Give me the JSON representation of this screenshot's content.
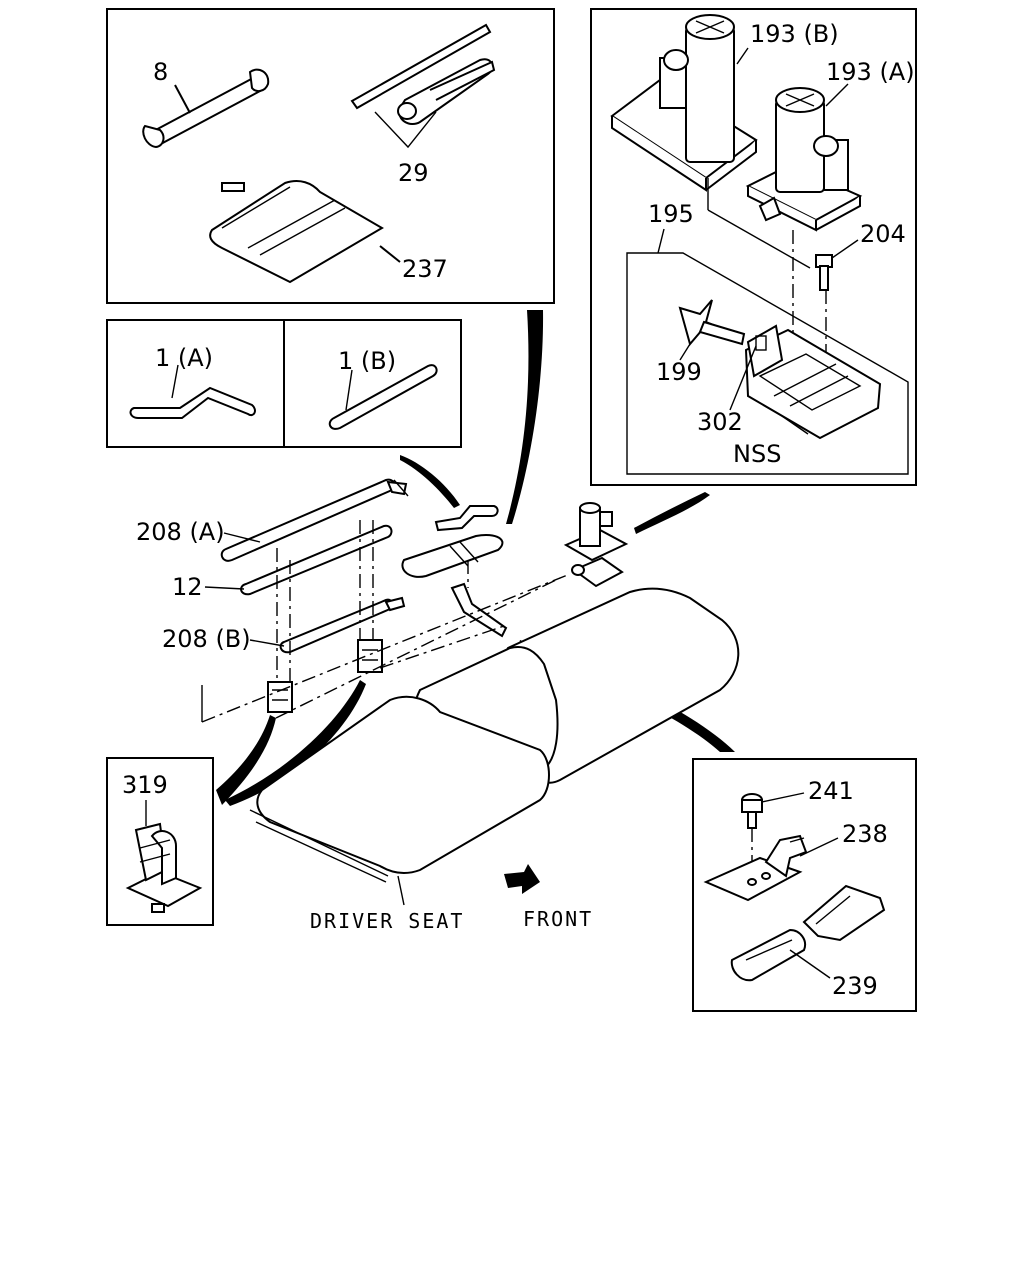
{
  "labels": {
    "p8": "8",
    "p29": "29",
    "p237": "237",
    "p1a": "1 (A)",
    "p1b": "1 (B)",
    "p193b": "193 (B)",
    "p193a": "193 (A)",
    "p195": "195",
    "p204": "204",
    "p199": "199",
    "p302": "302",
    "nss": "NSS",
    "p208a": "208 (A)",
    "p12": "12",
    "p208b": "208 (B)",
    "p319": "319",
    "p241": "241",
    "p238": "238",
    "p239": "239"
  },
  "captions": {
    "driver_seat": "DRIVER SEAT",
    "front": "FRONT"
  }
}
